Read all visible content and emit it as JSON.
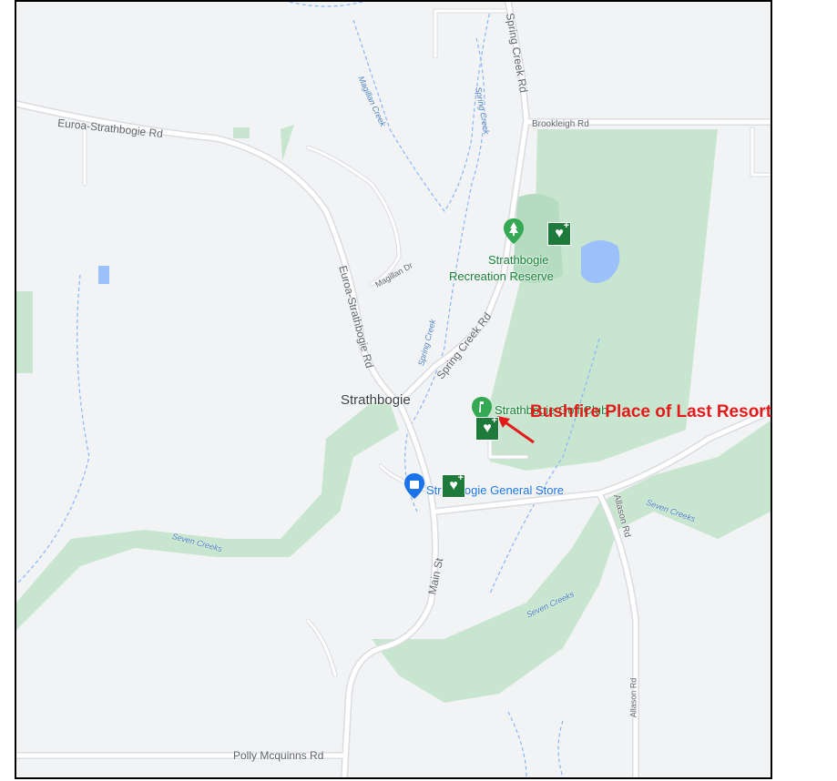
{
  "map": {
    "town": "Strathbogie",
    "roads": {
      "euroa_strathbogie_west": "Euroa-Strathbogie Rd",
      "euroa_strathbogie_mid": "Euroa-Strathbogie Rd",
      "spring_creek_north": "Spring Creek Rd",
      "spring_creek_mid": "Spring Creek Rd",
      "brookleigh": "Brookleigh Rd",
      "magillan": "Magillan Dr",
      "main_st": "Main St",
      "allason_north": "Allason Rd",
      "allason_south": "Allason Rd",
      "polly": "Polly Mcquinns Rd"
    },
    "waterways": {
      "magillan_creek": "Magillan Creek",
      "spring_creek_north": "Spring Creek",
      "spring_creek_south": "Spring Creek",
      "seven_creeks_west": "Seven Creeks",
      "seven_creeks_east": "Seven Creeks",
      "seven_creeks_south": "Seven Creeks"
    },
    "pois": {
      "reserve_line1": "Strathbogie",
      "reserve_line2": "Recreation Reserve",
      "golf": "Strathbogie Golf Club",
      "store": "Strathbogie General Store"
    },
    "annotation": "Bushfire Place of Last Resort",
    "colors": {
      "park": "#c8e6cf",
      "land": "#f1f3f4",
      "water": "#9cc0f9",
      "road": "#ffffff",
      "poi_green": "#188038",
      "shop_blue": "#1a73e8",
      "annotation_red": "#e41a1a"
    }
  }
}
